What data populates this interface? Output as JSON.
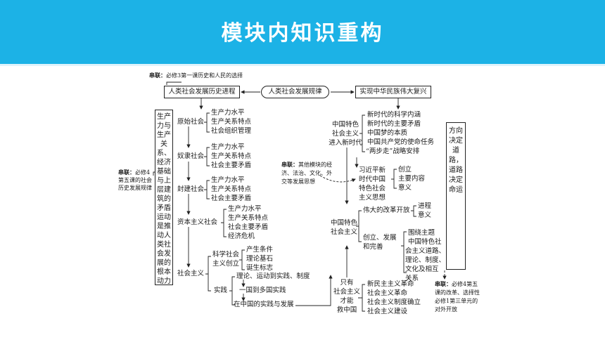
{
  "title": "模块内知识重构",
  "links": {
    "label": "串联：",
    "top": "必修3第一课历史和人民的选择",
    "left": "必修4第五课的社会历史发展规律",
    "middle": "其他模块的经济、法治、文化、外交等发展思想",
    "right": "必修4第五课的改革、选择性必修1第三单元的对外开放"
  },
  "center_box": "人类社会发展规律",
  "left_top_box": "人类社会发展历史进程",
  "right_top_box": "实现中华民族伟大复兴",
  "left_column": "生产力与生产关系、经济基础与上层建筑的矛盾运动是推动人类社会发展的根本动力",
  "right_column": "方向决定道路，道路决定命运",
  "stages": {
    "primitive": {
      "name": "原始社会",
      "items": [
        "生产力水平",
        "生产关系特点",
        "社会组织管理"
      ]
    },
    "slave": {
      "name": "奴隶社会",
      "items": [
        "生产力水平",
        "生产关系特点",
        "社会主要矛盾"
      ]
    },
    "feudal": {
      "name": "封建社会",
      "items": [
        "生产力水平",
        "生产关系特点",
        "社会主要矛盾"
      ]
    },
    "capitalist": {
      "name": "资本主义社会",
      "items": [
        "生产力水平",
        "生产关系特点",
        "社会主要矛盾",
        "经济危机"
      ]
    }
  },
  "socialism": {
    "name": "社会主义",
    "science_line1": "科学社会",
    "science_line2": "主义创立",
    "science_items": [
      "产生条件",
      "理论基石",
      "诞生标志"
    ],
    "practice": "实践",
    "practice_items": [
      "理论、运动到实践、制度",
      "一国到多国实践",
      "在中国的实践与发展"
    ]
  },
  "china": {
    "new_era_title": [
      "中国特色",
      "社会主义",
      "进入新时代"
    ],
    "new_era_items": [
      "新时代的科学内涵",
      "新时代的主要矛盾",
      "中国梦的本质",
      "中国共产党的使命任务",
      "“两步走”战略安排"
    ],
    "xi_title": [
      "习近平新",
      "时代中国",
      "特色社会",
      "主义思想"
    ],
    "xi_items": [
      "创立",
      "主要内容",
      "意义"
    ],
    "cs_title": [
      "中国特色",
      "社会主义"
    ],
    "reform": "伟大的改革开放",
    "reform_items": [
      "进程",
      "意义"
    ],
    "create_title": [
      "创立、发展",
      "和完善"
    ],
    "create_items": [
      "围绕主题",
      "中国特色社",
      "会主义道路、",
      "理论、制度、",
      "文化及相互",
      "关系"
    ],
    "only_title": [
      "只有",
      "社会主义",
      "才能",
      "救中国"
    ],
    "only_items": [
      "新民主主义革命",
      "社会主义革命",
      "社会主义制度确立",
      "社会主义建设"
    ]
  }
}
